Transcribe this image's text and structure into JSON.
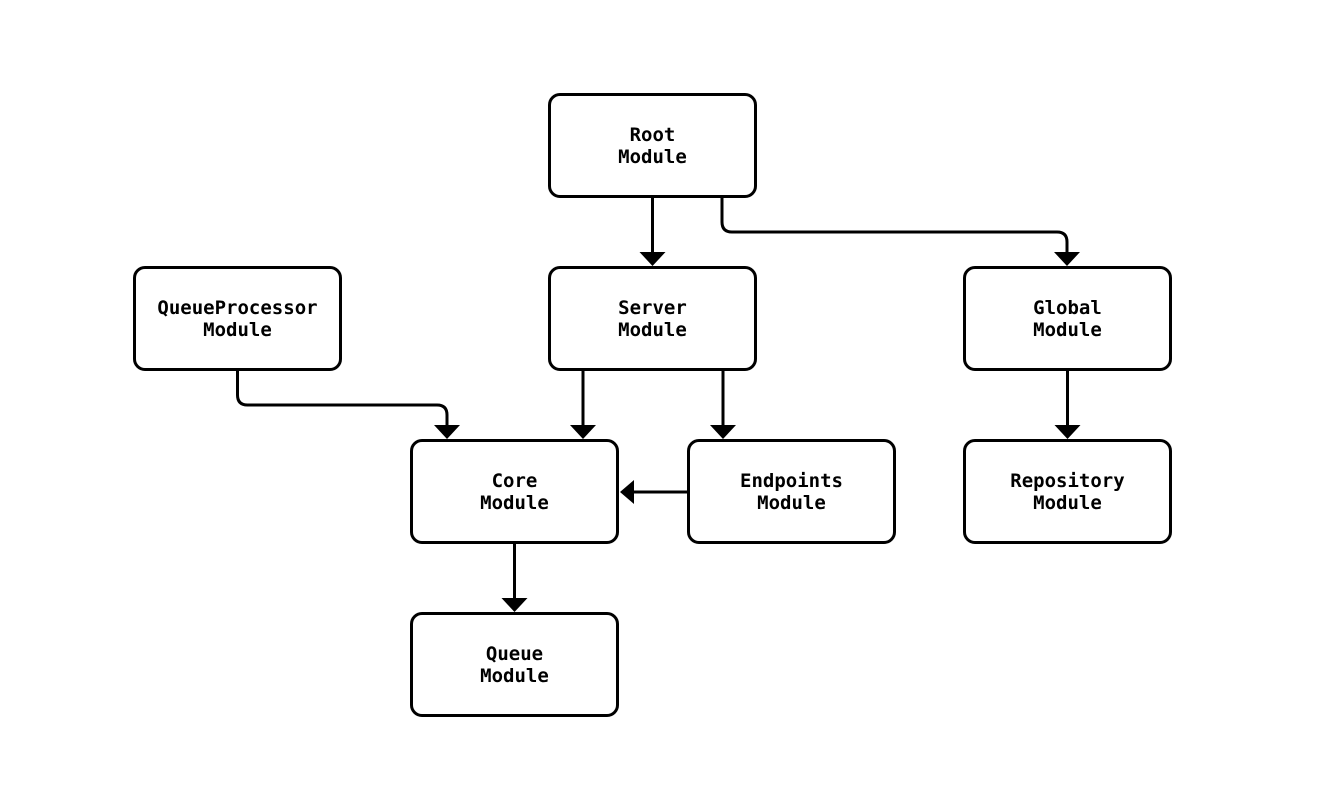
{
  "diagram": {
    "colors": {
      "background": "#ffffff",
      "node_fill": "#ffffff",
      "node_border": "#000000",
      "edge": "#000000",
      "text": "#000000"
    },
    "nodes": [
      {
        "id": "root",
        "lines": [
          "Root",
          "Module"
        ]
      },
      {
        "id": "queueprocessor",
        "lines": [
          "QueueProcessor",
          "Module"
        ]
      },
      {
        "id": "server",
        "lines": [
          "Server",
          "Module"
        ]
      },
      {
        "id": "global",
        "lines": [
          "Global",
          "Module"
        ]
      },
      {
        "id": "core",
        "lines": [
          "Core",
          "Module"
        ]
      },
      {
        "id": "endpoints",
        "lines": [
          "Endpoints",
          "Module"
        ]
      },
      {
        "id": "repository",
        "lines": [
          "Repository",
          "Module"
        ]
      },
      {
        "id": "queue",
        "lines": [
          "Queue",
          "Module"
        ]
      }
    ],
    "edges": [
      {
        "from": "Root Module",
        "to": "Server Module"
      },
      {
        "from": "Root Module",
        "to": "Global Module"
      },
      {
        "from": "QueueProcessor Module",
        "to": "Core Module"
      },
      {
        "from": "Server Module",
        "to": "Core Module"
      },
      {
        "from": "Server Module",
        "to": "Endpoints Module"
      },
      {
        "from": "Endpoints Module",
        "to": "Core Module"
      },
      {
        "from": "Core Module",
        "to": "Queue Module"
      },
      {
        "from": "Global Module",
        "to": "Repository Module"
      }
    ]
  }
}
